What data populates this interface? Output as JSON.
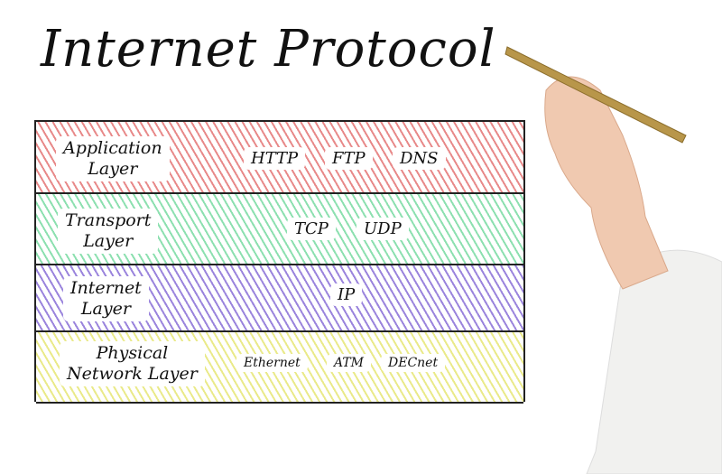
{
  "title": "Internet Protocol",
  "layers": [
    {
      "name_line1": "Application",
      "name_line2": "Layer",
      "protocols": [
        "HTTP",
        "FTP",
        "DNS"
      ],
      "color": "#e88a8a"
    },
    {
      "name_line1": "Transport",
      "name_line2": "Layer",
      "protocols": [
        "TCP",
        "UDP"
      ],
      "color": "#8de0b0"
    },
    {
      "name_line1": "Internet",
      "name_line2": "Layer",
      "protocols": [
        "IP"
      ],
      "color": "#9b85dd"
    },
    {
      "name_line1": "Physical",
      "name_line2": "Network Layer",
      "protocols": [
        "Ethernet",
        "ATM",
        "DECnet"
      ],
      "color": "#eaea8a"
    }
  ]
}
